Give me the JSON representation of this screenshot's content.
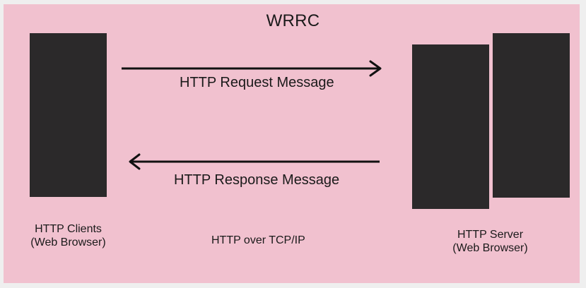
{
  "diagram": {
    "title": "WRRC",
    "request_message": "HTTP Request Message",
    "response_message": "HTTP Response Message",
    "client": {
      "line1": "HTTP Clients",
      "line2": "(Web Browser)"
    },
    "server": {
      "line1": "HTTP Server",
      "line2": "(Web Browser)"
    },
    "protocol": "HTTP over TCP/IP",
    "colors": {
      "background": "#f1c1cf",
      "block": "#2b292a",
      "arrow": "#111111"
    }
  }
}
